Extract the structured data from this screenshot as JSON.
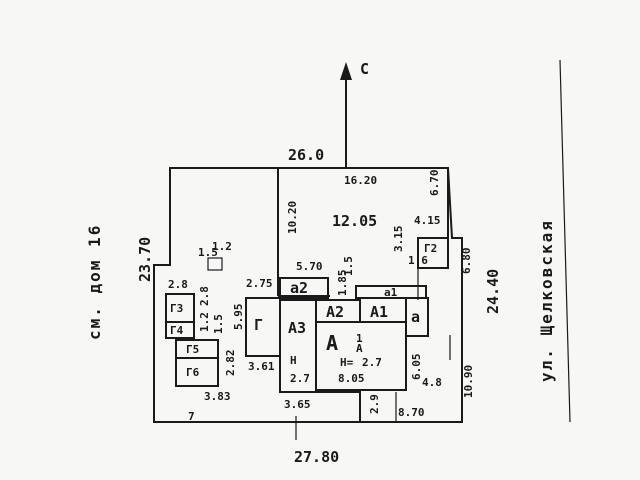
{
  "north_label": "С",
  "street_label": "ул. Щелковская",
  "neighbor_label": "см. дом 16",
  "dims": {
    "top_total": "26.0",
    "top_right": "16.20",
    "bottom_total": "27.80",
    "bottom_left": "3.65",
    "bottom_right": "8.70",
    "left_height": "23.70",
    "right_height": "24.40",
    "inner_left_vert": "10.20",
    "inner_mid": "12.05",
    "top_right_vert": "6.70",
    "top_right_horiz": "4.15",
    "g2_vert": "3.15",
    "g2_inner": "1.6",
    "right_vert_2": "6.80",
    "a2_width": "5.70",
    "a2_side": "1.5",
    "a2_side_2": "1.85",
    "g_top": "2.75",
    "g_side": "5.95",
    "g_bottom": "3.61",
    "g3_width": "2.8",
    "g3_side": "2.8",
    "g4_side": "1.2",
    "g4_side_2": "1.5",
    "g6_side": "2.82",
    "g6_bottom": "3.83",
    "small_square": "1.5",
    "small_square_2": "1.2",
    "h_a3": "2.7",
    "h_a_label": "2.7",
    "a_width": "8.05",
    "right_inner_vert": "6.05",
    "right_inner_horiz": "4.8",
    "right_outer_vert": "10.90",
    "bottom_small_vert": "2.9",
    "seven": "7"
  },
  "rooms": {
    "a_main": "А",
    "a_fraction_top": "1",
    "a_fraction_bottom": "А",
    "a1": "А1",
    "a2": "А2",
    "a3": "А3",
    "g": "Г",
    "g2": "Г2",
    "g3": "Г3",
    "g4": "Г4",
    "g5": "Г5",
    "g6": "Г6",
    "small_a": "а",
    "small_a1": "а1",
    "small_a2": "а2",
    "h_a3": "Н",
    "h_a": "Н="
  },
  "colors": {
    "ink": "#1a1a1a",
    "paper": "#f7f7f5"
  }
}
